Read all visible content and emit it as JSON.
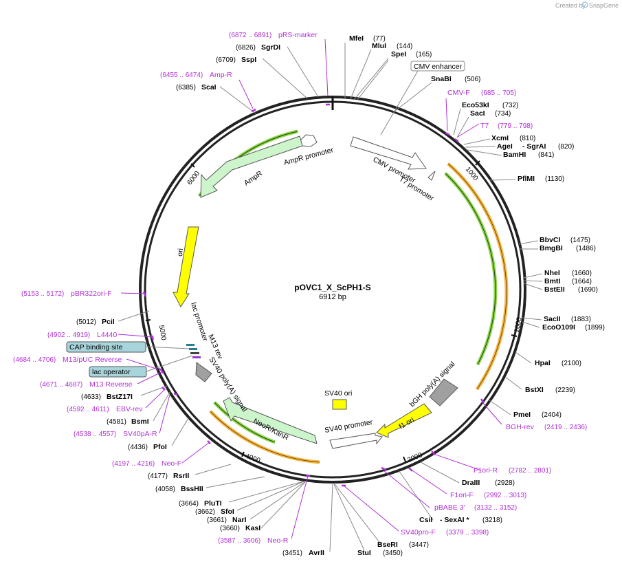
{
  "credit": {
    "text": "Created by",
    "brand": "SnapGene"
  },
  "plasmid": {
    "name": "pOVC1_X_ScPH1-S",
    "length_label": "6912 bp",
    "length": 6912
  },
  "ticks": [
    "1000",
    "2000",
    "3000",
    "4000",
    "5000",
    "6000"
  ],
  "enzymes": [
    {
      "name": "MfeI",
      "pos": "(77)"
    },
    {
      "name": "MluI",
      "pos": "(144)"
    },
    {
      "name": "SpeI",
      "pos": "(165)"
    },
    {
      "name": "SnaBI",
      "pos": "(506)"
    },
    {
      "name": "Eco53kI",
      "pos": "(732)"
    },
    {
      "name": "SacI",
      "pos": "(734)"
    },
    {
      "name": "XcmI",
      "pos": "(810)"
    },
    {
      "name": "AgeI",
      "pos": ""
    },
    {
      "name": "- SgrAI",
      "pos": "(820)"
    },
    {
      "name": "BamHI",
      "pos": "(841)"
    },
    {
      "name": "PflMI",
      "pos": "(1130)"
    },
    {
      "name": "BbvCI",
      "pos": "(1475)"
    },
    {
      "name": "BmgBI",
      "pos": "(1486)"
    },
    {
      "name": "NheI",
      "pos": "(1660)"
    },
    {
      "name": "BmtI",
      "pos": "(1664)"
    },
    {
      "name": "BstEII",
      "pos": "(1690)"
    },
    {
      "name": "SacII",
      "pos": "(1883)"
    },
    {
      "name": "EcoO109I",
      "pos": "(1899)"
    },
    {
      "name": "HpaI",
      "pos": "(2100)"
    },
    {
      "name": "BstXI",
      "pos": "(2239)"
    },
    {
      "name": "PmeI",
      "pos": "(2404)"
    },
    {
      "name": "DraIII",
      "pos": "(2928)"
    },
    {
      "name": "CsiI",
      "pos": ""
    },
    {
      "name": "- SexAI *",
      "pos": "(3218)"
    },
    {
      "name": "BseRI",
      "pos": "(3447)"
    },
    {
      "name": "StuI",
      "pos": "(3450)"
    },
    {
      "name": "AvrII",
      "pos": "(3451)"
    },
    {
      "name": "KasI",
      "pos": "(3660)"
    },
    {
      "name": "NarI",
      "pos": "(3661)"
    },
    {
      "name": "SfoI",
      "pos": "(3662)"
    },
    {
      "name": "PluTI",
      "pos": "(3664)"
    },
    {
      "name": "BssHII",
      "pos": "(4058)"
    },
    {
      "name": "RsrII",
      "pos": "(4177)"
    },
    {
      "name": "PfoI",
      "pos": "(4436)"
    },
    {
      "name": "BsmI",
      "pos": "(4581)"
    },
    {
      "name": "BstZ17I",
      "pos": "(4633)"
    },
    {
      "name": "PciI",
      "pos": "(5012)"
    },
    {
      "name": "ScaI",
      "pos": "(6385)"
    },
    {
      "name": "SspI",
      "pos": "(6709)"
    },
    {
      "name": "SgrDI",
      "pos": "(6826)"
    }
  ],
  "primers": [
    {
      "name": "pRS-marker",
      "pos": "(6872 .. 6891)"
    },
    {
      "name": "Amp-R",
      "pos": "(6455 .. 6474)"
    },
    {
      "name": "CMV-F",
      "pos": "(685 .. 705)"
    },
    {
      "name": "T7",
      "pos": "(779 .. 798)"
    },
    {
      "name": "BGH-rev",
      "pos": "(2419 .. 2436)"
    },
    {
      "name": "F1ori-R",
      "pos": "(2782 .. 2801)"
    },
    {
      "name": "F1ori-F",
      "pos": "(2992 .. 3013)"
    },
    {
      "name": "pBABE 3'",
      "pos": "(3132 .. 3152)"
    },
    {
      "name": "SV40pro-F",
      "pos": "(3379 .. 3398)"
    },
    {
      "name": "Neo-R",
      "pos": "(3587 .. 3606)"
    },
    {
      "name": "Neo-F",
      "pos": "(4197 .. 4216)"
    },
    {
      "name": "SV40pA-R",
      "pos": "(4538 .. 4557)"
    },
    {
      "name": "EBV-rev",
      "pos": "(4592 .. 4611)"
    },
    {
      "name": "M13 Reverse",
      "pos": "(4671 .. 4687)"
    },
    {
      "name": "M13/pUC Reverse",
      "pos": "(4684 .. 4706)"
    },
    {
      "name": "L4440",
      "pos": "(4902 .. 4919)"
    },
    {
      "name": "pBR322ori-F",
      "pos": "(5153 .. 5172)"
    }
  ],
  "boxed_features": [
    {
      "name": "CMV enhancer"
    },
    {
      "name": "CAP binding site"
    },
    {
      "name": "lac operator"
    }
  ],
  "features": [
    {
      "name": "CMV promoter",
      "color": "#ffffff"
    },
    {
      "name": "T7 promoter",
      "color": "#ffffff"
    },
    {
      "name": "AmpR promoter",
      "color": "#ffffff"
    },
    {
      "name": "AmpR",
      "color": "#ccf5cc"
    },
    {
      "name": "ori",
      "color": "#ffff00"
    },
    {
      "name": "lac promoter",
      "color": "#ffffff"
    },
    {
      "name": "M13 rev",
      "color": "#ffffff"
    },
    {
      "name": "SV40 poly(A) signal",
      "color": "#a0a0a0"
    },
    {
      "name": "NeoR/KanR",
      "color": "#ccf5cc"
    },
    {
      "name": "SV40 ori",
      "color": "#ffff00"
    },
    {
      "name": "SV40 promoter",
      "color": "#ffffff"
    },
    {
      "name": "f1 ori",
      "color": "#ffff00"
    },
    {
      "name": "bGH poly(A) signal",
      "color": "#a0a0a0"
    }
  ],
  "colors": {
    "primer": "#b02fd6",
    "backbone": "#222222",
    "orf_orange": "#f5b642",
    "orf_green": "#3a7d1a",
    "cds_fill": "#ccf5cc",
    "ori_fill": "#ffff00",
    "boxed_fill": "#a8d4dc"
  }
}
